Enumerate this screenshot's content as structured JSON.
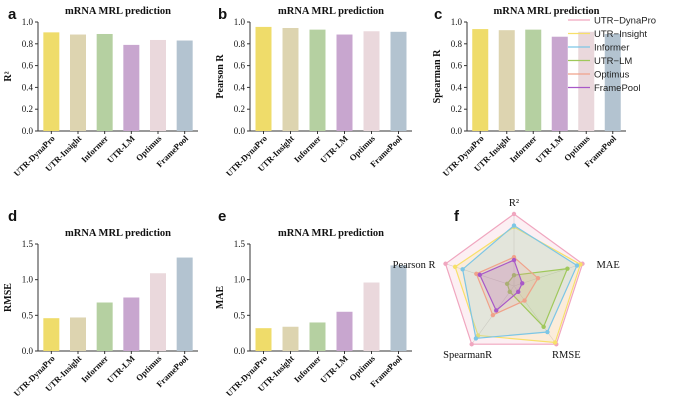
{
  "colors": {
    "bar": [
      "#efdc6a",
      "#ddd4b0",
      "#b5d0a1",
      "#c8a6cf",
      "#ead8dc",
      "#b3c3d0"
    ],
    "radar": [
      "#f0a6bf",
      "#f7e06a",
      "#7cc6e6",
      "#9fc85a",
      "#f0a28a",
      "#a858c8"
    ]
  },
  "chart_data": [
    {
      "type": "bar",
      "letter": "a",
      "title": "mRNA MRL prediction",
      "ylabel": "R²",
      "ylim": [
        0,
        1.0
      ],
      "yticks": [
        "0.0",
        "0.2",
        "0.4",
        "0.6",
        "0.8",
        "1.0"
      ],
      "categories": [
        "UTR-DynaPro",
        "UTR-Insight",
        "Informer",
        "UTR-LM",
        "Optimus",
        "FramePool"
      ],
      "values": [
        0.905,
        0.885,
        0.89,
        0.79,
        0.835,
        0.83
      ]
    },
    {
      "type": "bar",
      "letter": "b",
      "title": "mRNA MRL prediction",
      "ylabel": "Pearson R",
      "ylim": [
        0,
        1.0
      ],
      "yticks": [
        "0.0",
        "0.2",
        "0.4",
        "0.6",
        "0.8",
        "1.0"
      ],
      "categories": [
        "UTR-DynaPro",
        "UTR-Insight",
        "Informer",
        "UTR-LM",
        "Optimus",
        "FramePool"
      ],
      "values": [
        0.955,
        0.945,
        0.93,
        0.885,
        0.915,
        0.91
      ]
    },
    {
      "type": "bar",
      "letter": "c",
      "title": "mRNA MRL prediction",
      "ylabel": "Spearman R",
      "ylim": [
        0,
        1.0
      ],
      "yticks": [
        "0.0",
        "0.2",
        "0.4",
        "0.6",
        "0.8",
        "1.0"
      ],
      "categories": [
        "UTR-DynaPro",
        "UTR-Insight",
        "Informer",
        "UTR-LM",
        "Optimus",
        "FramePool"
      ],
      "values": [
        0.935,
        0.925,
        0.93,
        0.865,
        0.91,
        0.89
      ]
    },
    {
      "type": "bar",
      "letter": "d",
      "title": "mRNA MRL prediction",
      "ylabel": "RMSE",
      "ylim": [
        0,
        1.5
      ],
      "yticks": [
        "0.0",
        "0.5",
        "1.0",
        "1.5"
      ],
      "categories": [
        "UTR-DynaPro",
        "UTR-Insight",
        "Informer",
        "UTR-LM",
        "Optimus",
        "FramePool"
      ],
      "values": [
        0.46,
        0.47,
        0.68,
        0.75,
        1.09,
        1.31
      ]
    },
    {
      "type": "bar",
      "letter": "e",
      "title": "mRNA MRL prediction",
      "ylabel": "MAE",
      "ylim": [
        0,
        1.5
      ],
      "yticks": [
        "0.0",
        "0.5",
        "1.0",
        "1.5"
      ],
      "categories": [
        "UTR-DynaPro",
        "UTR-Insight",
        "Informer",
        "UTR-LM",
        "Optimus",
        "FramePool"
      ],
      "values": [
        0.32,
        0.34,
        0.4,
        0.55,
        0.96,
        1.2
      ]
    },
    {
      "type": "radar",
      "letter": "f",
      "axes": [
        "R²",
        "MAE",
        "RMSE",
        "SpearmanR",
        "Pearson R"
      ],
      "range": [
        0,
        1
      ],
      "series": [
        {
          "name": "UTR−DynaPro",
          "values": [
            1.0,
            1.0,
            1.0,
            1.0,
            1.0
          ]
        },
        {
          "name": "UTR−Insight",
          "values": [
            0.82,
            0.97,
            0.97,
            0.85,
            0.86
          ]
        },
        {
          "name": "Informer",
          "values": [
            0.84,
            0.92,
            0.79,
            0.9,
            0.75
          ]
        },
        {
          "name": "UTR−LM",
          "values": [
            0.15,
            0.78,
            0.7,
            0.1,
            0.1
          ]
        },
        {
          "name": "Optimus",
          "values": [
            0.4,
            0.35,
            0.25,
            0.5,
            0.55
          ]
        },
        {
          "name": "FramePool",
          "values": [
            0.36,
            0.12,
            0.1,
            0.42,
            0.5
          ]
        }
      ]
    }
  ]
}
